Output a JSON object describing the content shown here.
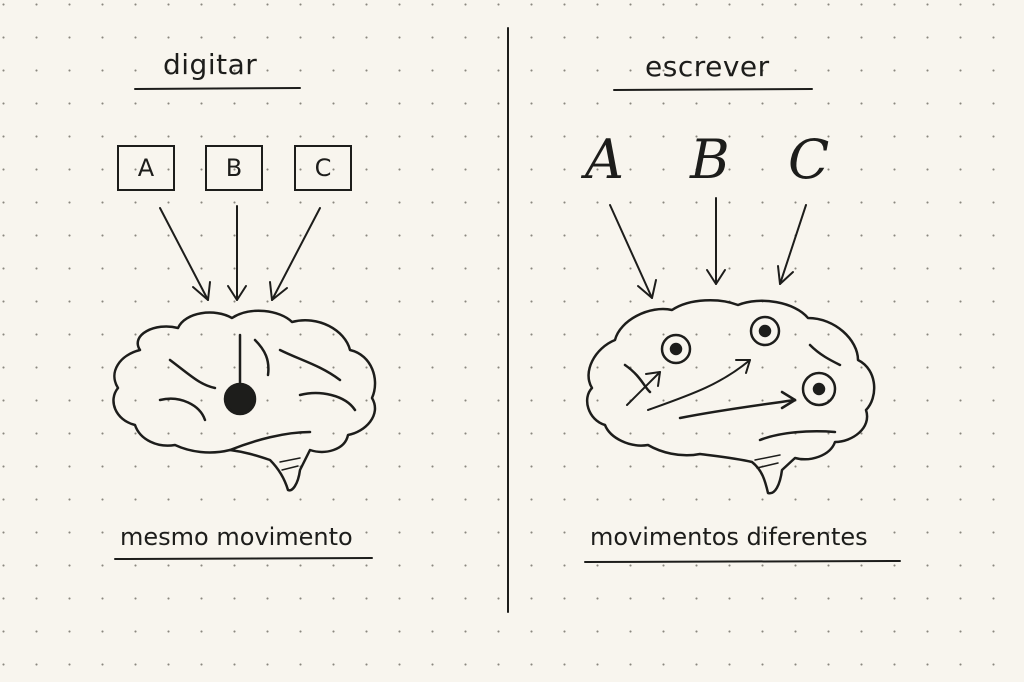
{
  "left_panel": {
    "title": "digitar",
    "keys": [
      "A",
      "B",
      "C"
    ],
    "caption": "mesmo movimento"
  },
  "right_panel": {
    "title": "escrever",
    "letters": [
      "A",
      "B",
      "C"
    ],
    "caption": "movimentos diferentes"
  },
  "colors": {
    "ink": "#1d1d1b",
    "paper": "#f8f5ee"
  }
}
